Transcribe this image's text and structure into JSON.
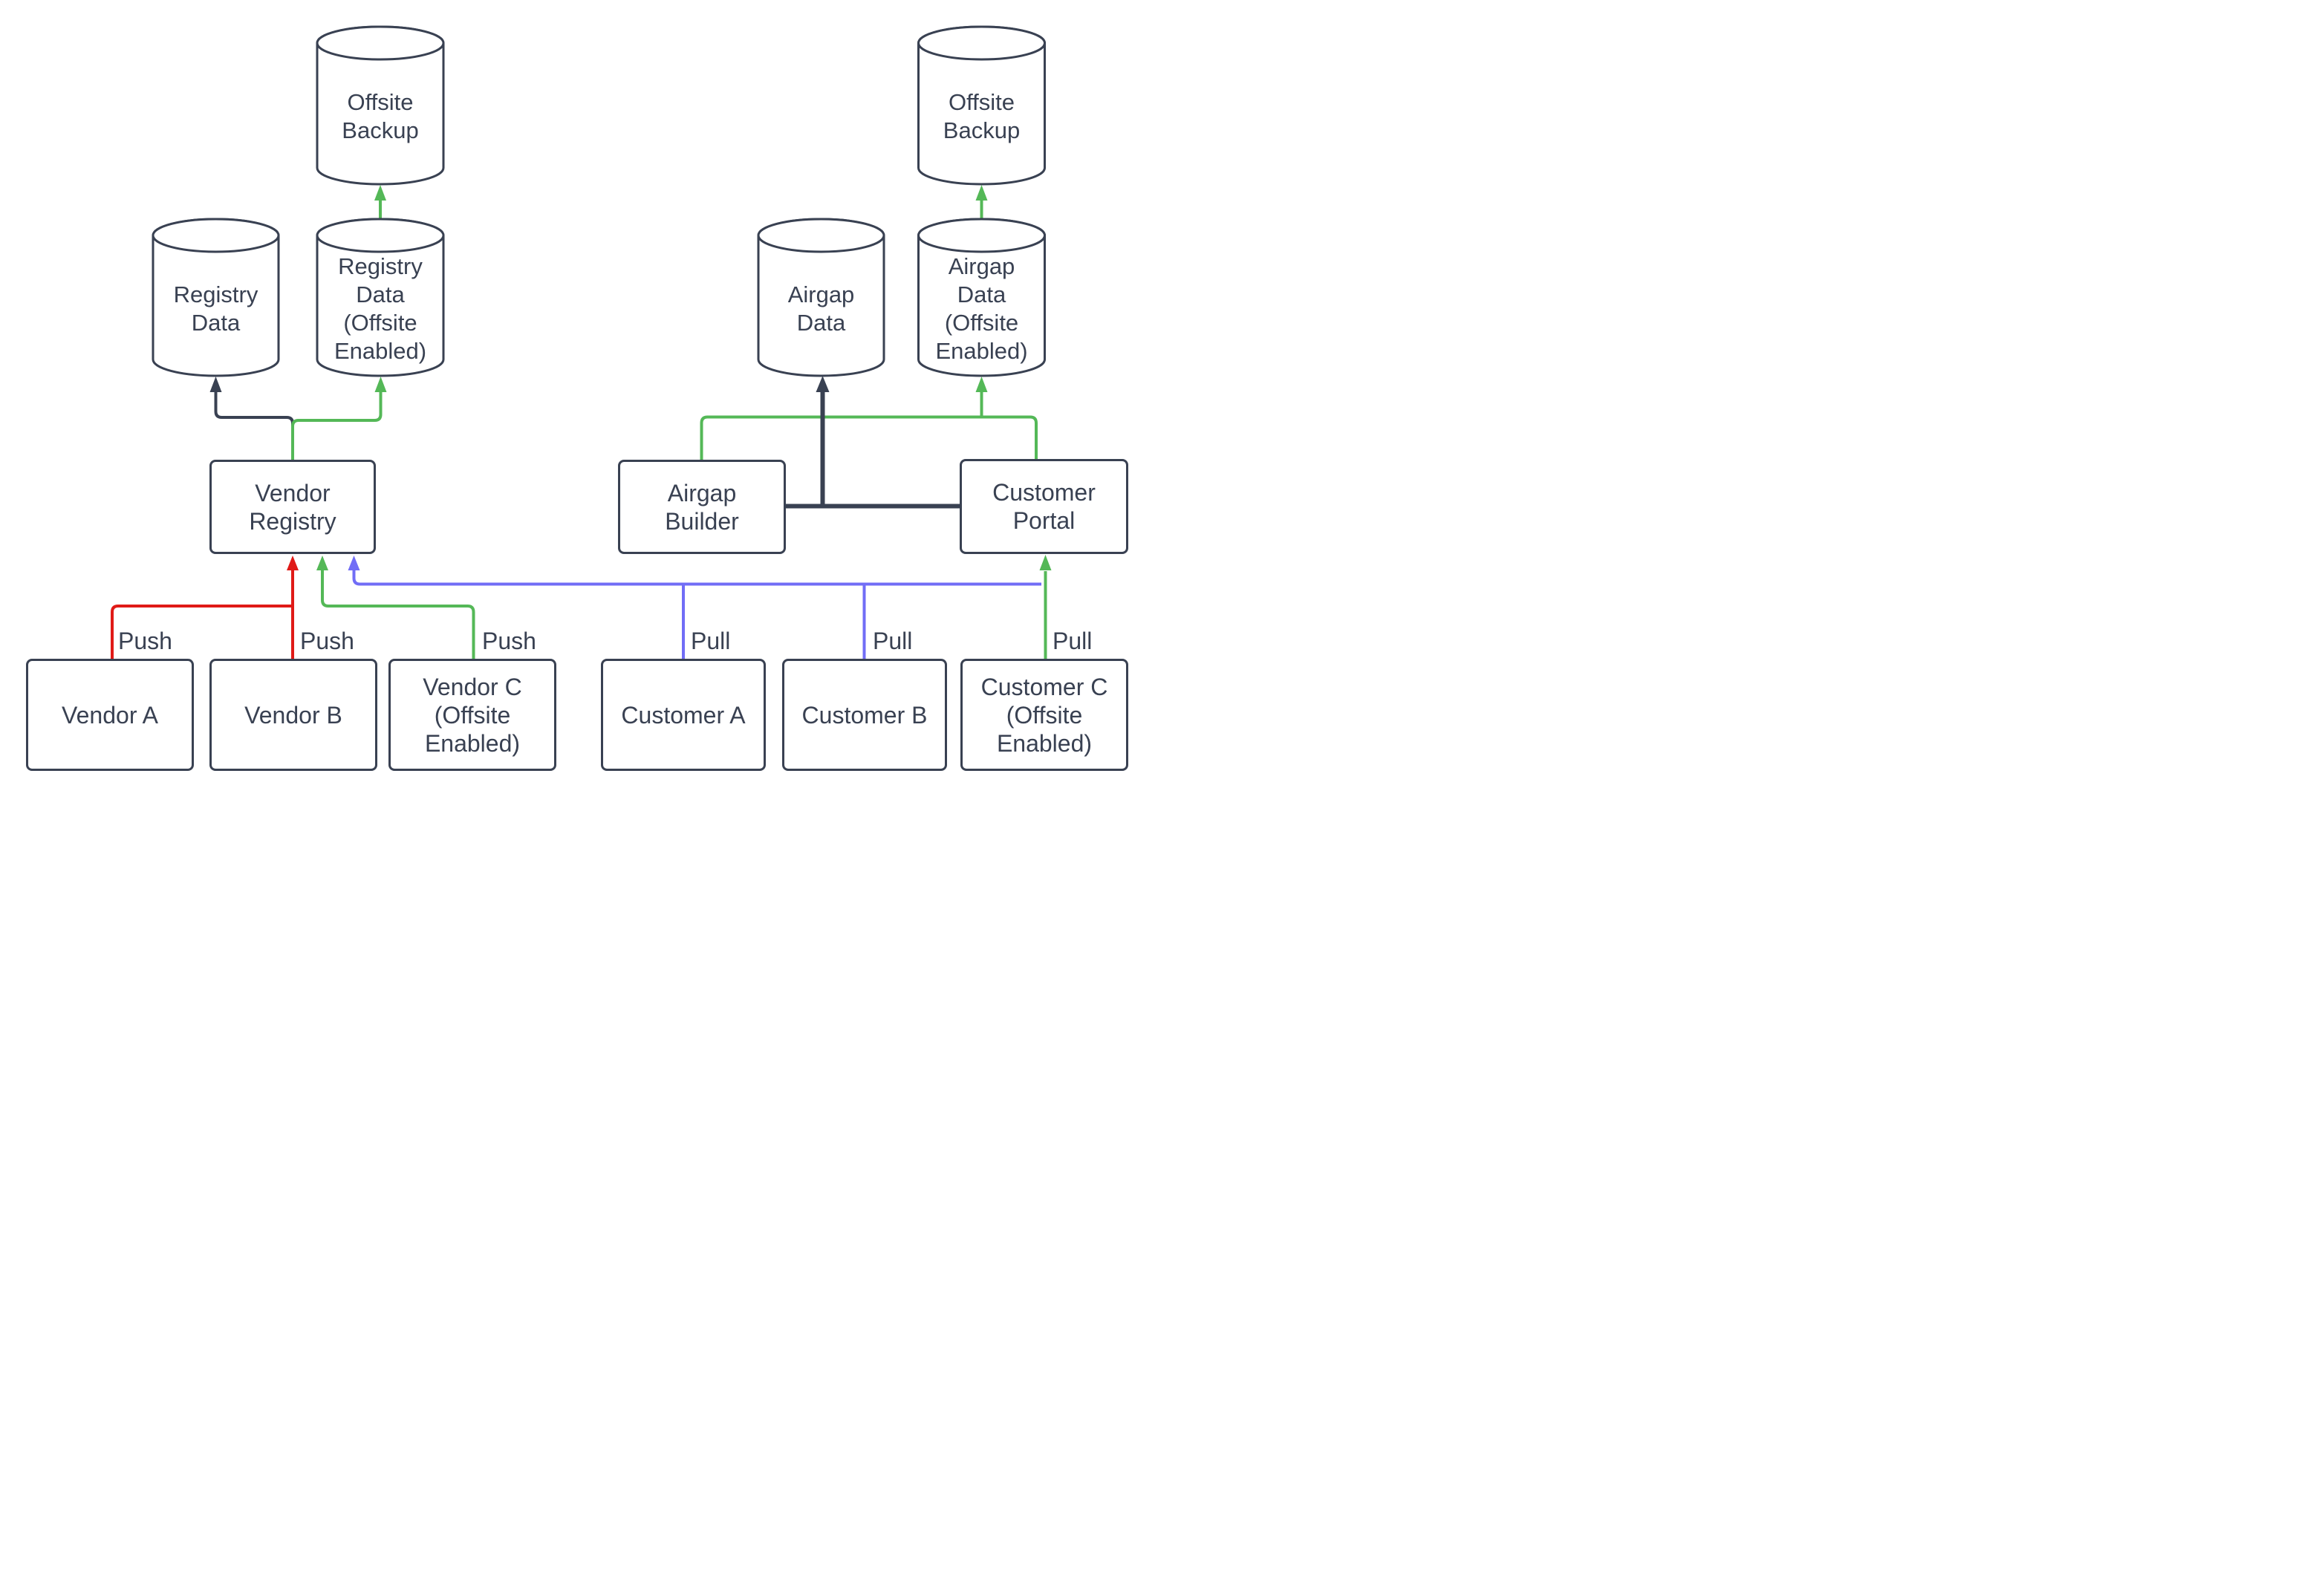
{
  "diagram": {
    "title": "vendor-customer-airgap-data-flow",
    "background_color": "#ffffff",
    "colors": {
      "node_stroke": "#394152",
      "text": "#394152",
      "push_red": "#e01a17",
      "flow_green": "#54b857",
      "pull_blue": "#716df6",
      "dark_edge": "#394152"
    },
    "nodes": {
      "offsite_backup_left": {
        "type": "cylinder",
        "label": "Offsite\nBackup"
      },
      "registry_data": {
        "type": "cylinder",
        "label": "Registry\nData"
      },
      "registry_data_offsite": {
        "type": "cylinder",
        "label": "Registry\nData\n(Offsite\nEnabled)"
      },
      "airgap_data": {
        "type": "cylinder",
        "label": "Airgap\nData"
      },
      "airgap_data_offsite": {
        "type": "cylinder",
        "label": "Airgap\nData\n(Offsite\nEnabled)"
      },
      "offsite_backup_right": {
        "type": "cylinder",
        "label": "Offsite\nBackup"
      },
      "vendor_registry": {
        "type": "box",
        "label": "Vendor\nRegistry"
      },
      "airgap_builder": {
        "type": "box",
        "label": "Airgap\nBuilder"
      },
      "customer_portal": {
        "type": "box",
        "label": "Customer\nPortal"
      },
      "vendor_a": {
        "type": "box",
        "label": "Vendor A"
      },
      "vendor_b": {
        "type": "box",
        "label": "Vendor B"
      },
      "vendor_c": {
        "type": "box",
        "label": "Vendor C\n(Offsite\nEnabled)"
      },
      "customer_a": {
        "type": "box",
        "label": "Customer A"
      },
      "customer_b": {
        "type": "box",
        "label": "Customer B"
      },
      "customer_c": {
        "type": "box",
        "label": "Customer C\n(Offsite\nEnabled)"
      }
    },
    "edge_labels": {
      "push_vendor_a": "Push",
      "push_vendor_b": "Push",
      "push_vendor_c": "Push",
      "pull_customer_a": "Pull",
      "pull_customer_b": "Pull",
      "pull_customer_c": "Pull"
    }
  }
}
